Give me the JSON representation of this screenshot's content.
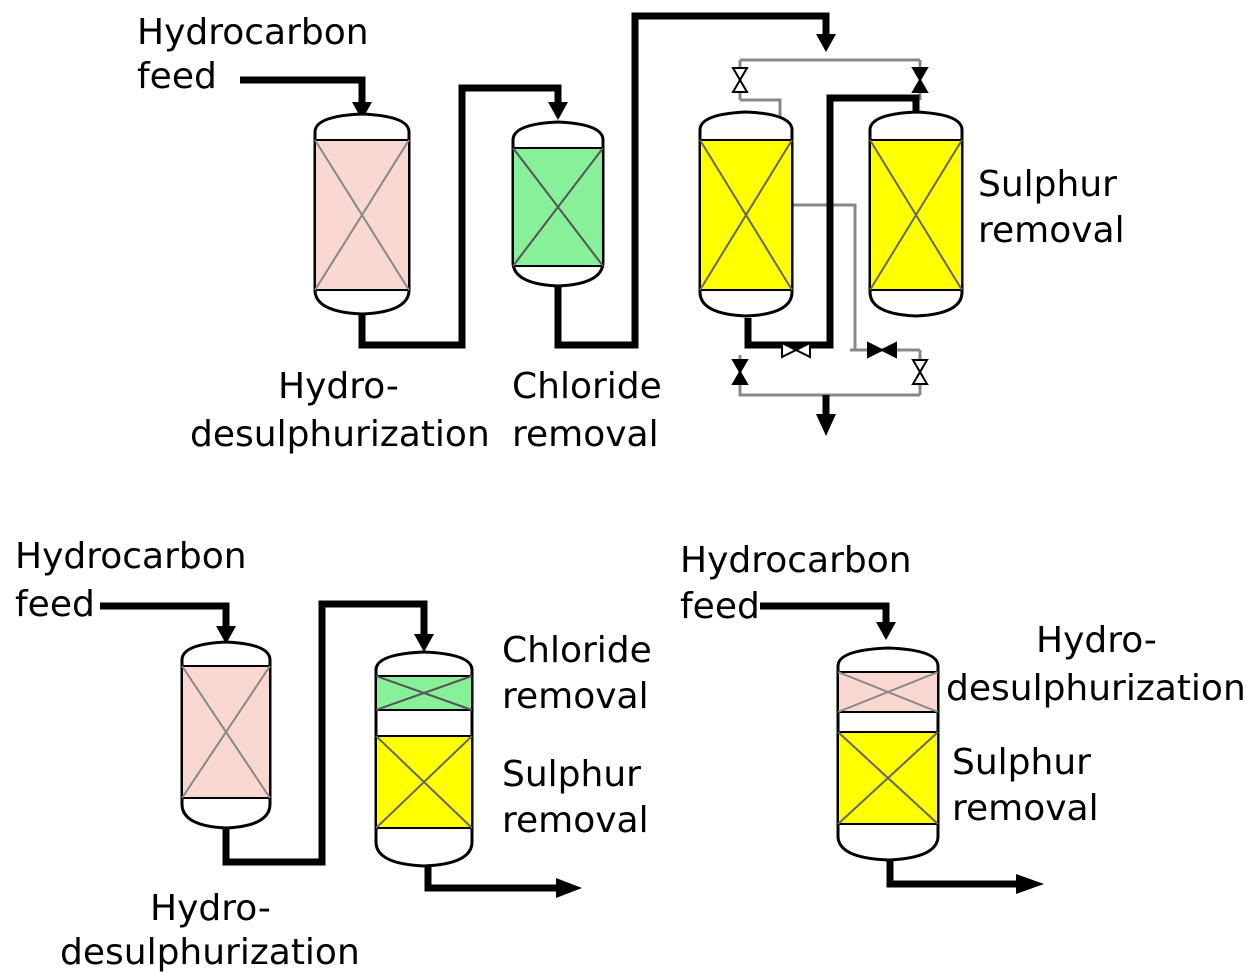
{
  "colors": {
    "hdo_fill": "#f8d8d0",
    "chloride_fill": "#88f098",
    "sulphur_fill": "#ffff00",
    "line": "#000000",
    "thin_line": "#888888"
  },
  "top_diagram": {
    "feed_label": [
      "Hydrocarbon",
      "feed"
    ],
    "hdo_label": [
      "Hydro-",
      "desulphurization"
    ],
    "chloride_label": [
      "Chloride",
      "removal"
    ],
    "sulphur_label": [
      "Sulphur",
      "removal"
    ]
  },
  "bottom_left_diagram": {
    "feed_label": [
      "Hydrocarbon",
      "feed"
    ],
    "chloride_label": [
      "Chloride",
      "removal"
    ],
    "sulphur_label": [
      "Sulphur",
      "removal"
    ],
    "hdo_label": [
      "Hydro-",
      "desulphurization"
    ]
  },
  "bottom_right_diagram": {
    "feed_label": [
      "Hydrocarbon",
      "feed"
    ],
    "hdo_label": [
      "Hydro-",
      "desulphurization"
    ],
    "sulphur_label": [
      "Sulphur",
      "removal"
    ]
  }
}
